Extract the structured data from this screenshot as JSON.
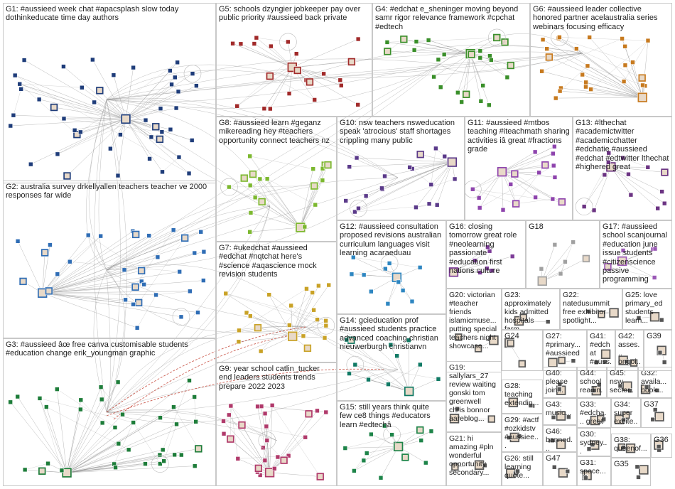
{
  "groups": [
    {
      "id": "G1",
      "label": "G1: #aussieed week chat #apacsplash slow today dothinkeducate time day authors"
    },
    {
      "id": "G2",
      "label": "G2: australia survey drkellyallen teachers teacher ve 2000 responses far wide"
    },
    {
      "id": "G3",
      "label": "G3: #aussieed âœ free canva customisable students #education change erik_youngman graphic"
    },
    {
      "id": "G4",
      "label": "G4: #edchat e_sheninger moving beyond samr rigor relevance framework #cpchat #edtech"
    },
    {
      "id": "G5",
      "label": "G5: schools dzyngier jobkeeper pay over public priority #aussieed back private"
    },
    {
      "id": "G6",
      "label": "G6: #aussieed leader collective honored partner acelaustralia series webinars focusing efficacy"
    },
    {
      "id": "G7",
      "label": "G7: #ukedchat #aussieed #edchat #nqtchat here's #science #aqascience mock revision students"
    },
    {
      "id": "G8",
      "label": "G8: #aussieed learn #geganz mikereading hey #teachers opportunity connect teachers nz"
    },
    {
      "id": "G9",
      "label": "G9: year school catlin_tucker end leaders students trends prepare 2022 2023"
    },
    {
      "id": "G10",
      "label": "G10: nsw teachers nsweducation speak 'atrocious' staff shortages crippling many public"
    },
    {
      "id": "G11",
      "label": "G11: #aussieed #mtbos teaching #iteachmath sharing activities iâ great #fractions grade"
    },
    {
      "id": "G12",
      "label": "G12: #aussieed consultation proposed revisions australian curriculum languages visit learning acaraeduau"
    },
    {
      "id": "G13",
      "label": "G13: #lthechat #academictwitter #academicchatter #edchatie #aussieed #edchat #edtwitter lthechat #highered great"
    },
    {
      "id": "G14",
      "label": "G14: gcieducation prof #aussieed students practice advanced coaching christian nieuwerburgh christianvn"
    },
    {
      "id": "G15",
      "label": "G15: still years think quite few ce8 things #educators learn #edtechâ"
    },
    {
      "id": "G16",
      "label": "G16: closing tomorrow great role #neolearning passionate #education first nations culture"
    },
    {
      "id": "G17",
      "label": "G17: #aussieed school scanjournal #education june issue students #citizenscience passive programming"
    },
    {
      "id": "G18",
      "label": "G18"
    },
    {
      "id": "G19",
      "label": "G19: sallylars_27 review waiting gonski tom greenwell chris bonnor aareblog..."
    },
    {
      "id": "G20",
      "label": "G20: victorian #teacher friends islamicmuse... putting special teachers night showcase..."
    },
    {
      "id": "G21",
      "label": "G21: hi amazing #pln wonderful opportunity secondary..."
    },
    {
      "id": "G22",
      "label": "G22: natedusummit free exhibitor spotlight..."
    },
    {
      "id": "G23",
      "label": "G23: approximately kids admitted hospitals farm..."
    },
    {
      "id": "G24",
      "label": "G24"
    },
    {
      "id": "G25",
      "label": "G25: love primary_ed students learn..."
    },
    {
      "id": "G26",
      "label": "G26: still learning quote..."
    },
    {
      "id": "G27",
      "label": "G27: #primary... #aussieed"
    },
    {
      "id": "G28",
      "label": "G28: teaching extendin..."
    },
    {
      "id": "G29",
      "label": "G29: #actf #ozkidstv #aussiee..."
    },
    {
      "id": "G30",
      "label": "G30: sydney..."
    },
    {
      "id": "G31",
      "label": "G31: space..."
    },
    {
      "id": "G32",
      "label": "G32: availa... book..."
    },
    {
      "id": "G33",
      "label": "G33: #edcha... great"
    },
    {
      "id": "G34",
      "label": "G34: super excite..."
    },
    {
      "id": "G35",
      "label": "G35"
    },
    {
      "id": "G36",
      "label": "G36"
    },
    {
      "id": "G37",
      "label": "G37"
    },
    {
      "id": "G38",
      "label": "G38: queenof..."
    },
    {
      "id": "G39",
      "label": "G39"
    },
    {
      "id": "G40",
      "label": "G40: please join..."
    },
    {
      "id": "G41",
      "label": "G41: #edchat #auss..."
    },
    {
      "id": "G42",
      "label": "G42: asses... ongoi..."
    },
    {
      "id": "G43",
      "label": "G43: music..."
    },
    {
      "id": "G44",
      "label": "G44: school readin..."
    },
    {
      "id": "G45",
      "label": "G45: nsw sector..."
    },
    {
      "id": "G46",
      "label": "G46: banned..."
    },
    {
      "id": "G47",
      "label": "G47"
    }
  ],
  "colors": {
    "border": "#c8c8c8",
    "edge": "#8a8a8a",
    "edge_red": "#c0392b",
    "G1": "#1f3d7a",
    "G2": "#2f6db5",
    "G3": "#1e7d3a",
    "G4": "#3a8f2a",
    "G5": "#a12a2a",
    "G6": "#c77a1f",
    "G7": "#c9a227",
    "G8": "#7cb82f",
    "G9": "#b03a6b",
    "G10": "#5b3a8a",
    "G11": "#8e44ad",
    "G12": "#2e86c1",
    "G13": "#6c3483",
    "G14": "#117a65",
    "G15": "#1e8449",
    "G16": "#7d3c98",
    "G17": "#9b59b6",
    "G18": "#a0a0a0"
  }
}
